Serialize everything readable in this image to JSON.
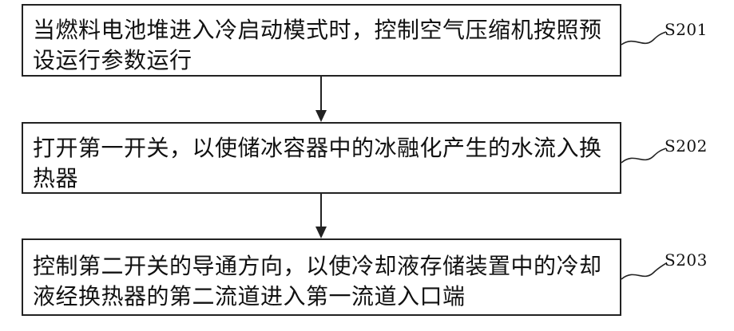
{
  "steps": [
    {
      "id": "S201",
      "text": "当燃料电池堆进入冷启动模式时，控制空气压缩机按照预设运行参数运行"
    },
    {
      "id": "S202",
      "text": "打开第一开关，以使储冰容器中的冰融化产生的水流入换热器"
    },
    {
      "id": "S203",
      "text": "控制第二开关的导通方向，以使冷却液存储装置中的冷却液经换热器的第二流道进入第一流道入口端"
    }
  ]
}
